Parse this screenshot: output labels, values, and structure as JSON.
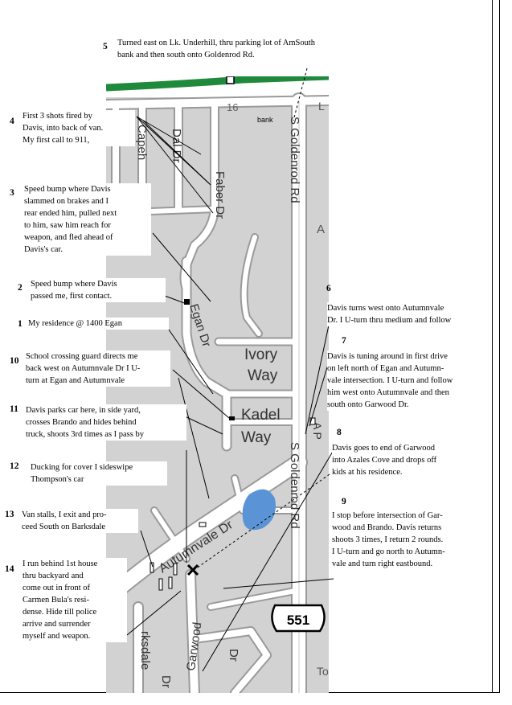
{
  "map": {
    "streets": {
      "s_goldenrod_top": "S Goldenrod Rd",
      "s_goldenrod_bottom": "S Goldenrod Rd",
      "faber": "Faber Dr",
      "dal": "Dal Dr",
      "capeh": "Capeh",
      "egan": "Egan Dr",
      "ivory_1": "Ivory",
      "ivory_2": "Way",
      "kadel_1": "Kadel",
      "kadel_2": "Way",
      "autumnvale": "Autumnvale Dr",
      "garwood": "Garwood",
      "garwood_dr": "Dr",
      "barksdale": "rksdale",
      "barksdale_dr": "Dr",
      "a_partial": "A",
      "l_partial": "L",
      "to_partial": "To",
      "ap_partial": "A P"
    },
    "route_shield": "551",
    "road_number": "16",
    "bank_label": "bank",
    "colors": {
      "road_fill": "#ffffff",
      "road_edge": "#9a9a9a",
      "block_fill": "#d2d2d2",
      "highway_green": "#1f8a3c",
      "pond_blue": "#5b94d6"
    }
  },
  "notes": [
    {
      "num": "1",
      "lines": [
        "My residence @ 1400 Egan"
      ]
    },
    {
      "num": "2",
      "lines": [
        "Speed bump where Davis",
        "passed me, first contact."
      ]
    },
    {
      "num": "3",
      "lines": [
        "Speed bump where Davis",
        "slammed on brakes and I",
        "rear ended him, pulled next",
        "to him, saw him reach for",
        "weapon, and fled ahead of",
        "Davis's car."
      ]
    },
    {
      "num": "4",
      "lines": [
        "First 3  shots fired by",
        "Davis, into back of van.",
        "My first call to 911,"
      ]
    },
    {
      "num": "5",
      "lines": [
        "Turned east on Lk. Underhill, thru parking lot of AmSouth",
        "bank and then south onto Goldenrod Rd."
      ]
    },
    {
      "num": "6",
      "lines": [
        "Davis turns west onto Autumnvale",
        "Dr. I U-turn thru medium  and follow"
      ]
    },
    {
      "num": "7",
      "lines": [
        "Davis is tuning around in first drive",
        "on left north of Egan and Autumn-",
        "vale intersection. I U-turn and follow",
        "him west onto Autumnvale and then",
        "south onto Garwood Dr."
      ]
    },
    {
      "num": "8",
      "lines": [
        "Davis goes to end of Garwood",
        "into Azales Cove and drops off",
        "kids at his residence."
      ]
    },
    {
      "num": "9",
      "lines": [
        "I stop before intersection of Gar-",
        "wood and Brando. Davis returns",
        "shoots 3 times, I return 2 rounds.",
        "I U-turn and go north to Autumn-",
        "vale and turn right eastbound."
      ]
    },
    {
      "num": "10",
      "lines": [
        "School crossing guard directs me",
        "back west on Autumnvale Dr I U-",
        "turn at Egan and Autumnvale"
      ]
    },
    {
      "num": "11",
      "lines": [
        "Davis parks car here, in side yard,",
        "crosses Brando and hides behind",
        "truck, shoots 3rd times as I pass by"
      ]
    },
    {
      "num": "12",
      "lines": [
        "Ducking for cover I sideswipe",
        "Thompson's car"
      ]
    },
    {
      "num": "13",
      "lines": [
        "Van stalls, I exit and pro-",
        "ceed South on Barksdale"
      ]
    },
    {
      "num": "14",
      "lines": [
        "I run behind 1st house",
        "thru backyard and",
        "come out in front of",
        "Carmen Bula's resi-",
        "dense. Hide till police",
        "arrive and surrender",
        "myself and weapon."
      ]
    }
  ]
}
